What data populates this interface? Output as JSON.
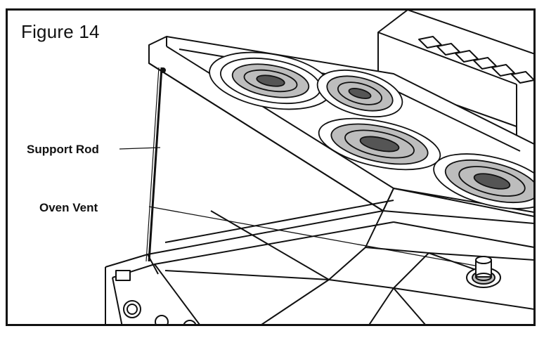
{
  "figure": {
    "title": "Figure 14",
    "labels": {
      "support_rod": "Support Rod",
      "oven_vent": "Oven Vent"
    }
  },
  "colors": {
    "line": "#111111",
    "background": "#ffffff",
    "shade": "#bdbdbd"
  }
}
